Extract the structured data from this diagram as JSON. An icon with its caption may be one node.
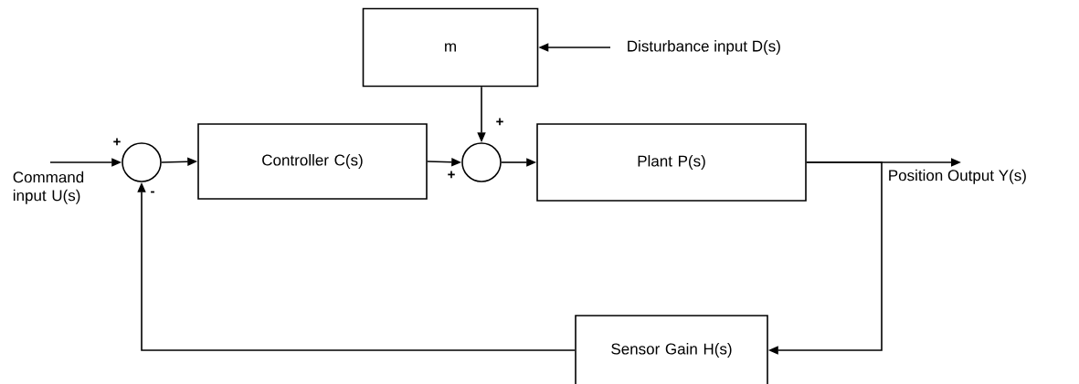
{
  "diagram": {
    "nodes": [
      {
        "text": [
          "Command input U(s)"
        ]
      },
      {
        "text": [],
        "shape": "circle"
      },
      {
        "text": [
          "Controller C(s)"
        ]
      },
      {
        "text": [
          "m"
        ]
      },
      {
        "text": [
          "Disturbance input D(s)"
        ]
      },
      {
        "text": [],
        "shape": "circle"
      },
      {
        "text": [
          "Plant P(s)"
        ]
      },
      {
        "text": [
          "Position Output Y(s)"
        ]
      },
      {
        "text": [
          "Sensor Gain H(s)"
        ]
      }
    ],
    "edges": [
      {
        "from": 0,
        "to": 1,
        "arrow": "to"
      },
      {
        "from": 1,
        "to": 2,
        "arrow": "to"
      },
      {
        "from": 2,
        "to": 5,
        "arrow": "to"
      },
      {
        "from": 4,
        "to": 3,
        "arrow": "to"
      },
      {
        "from": 3,
        "to": 5,
        "arrow": "to"
      },
      {
        "from": 5,
        "to": 6,
        "arrow": "to"
      },
      {
        "from": 6,
        "to": 7,
        "arrow": "to"
      },
      {
        "from": 6,
        "to": 8,
        "arrow": "to"
      },
      {
        "from": 8,
        "to": 1,
        "arrow": "to"
      }
    ],
    "labels": [
      "+",
      "+",
      "+",
      "-"
    ]
  }
}
